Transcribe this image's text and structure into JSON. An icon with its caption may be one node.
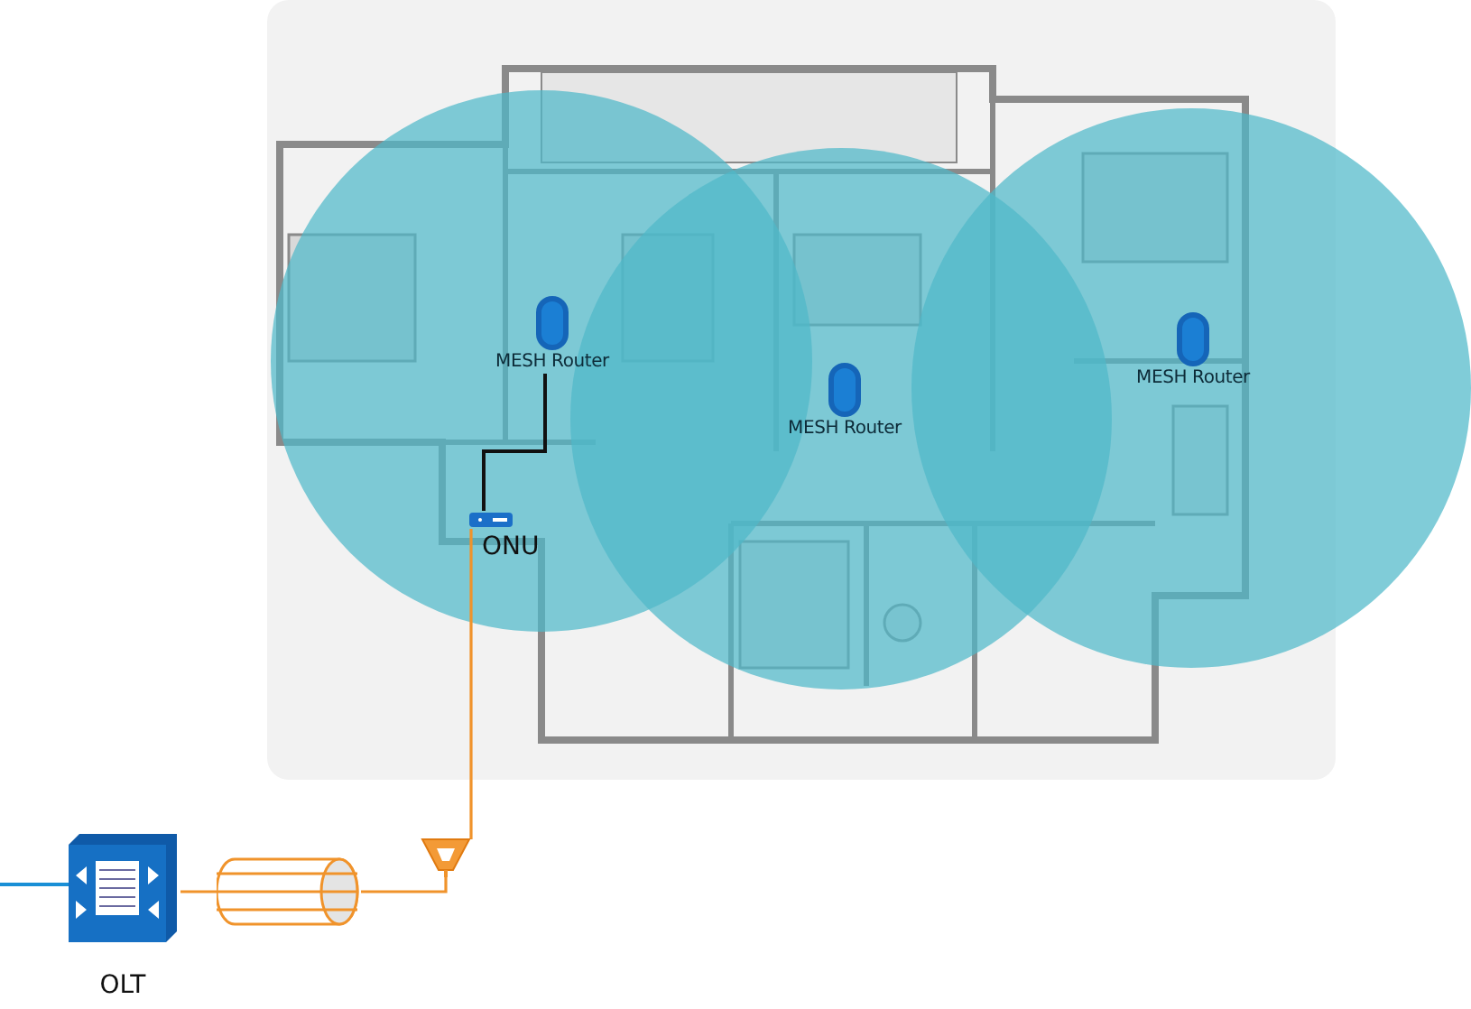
{
  "diagram": {
    "nodes": [
      {
        "text": [
          "MESH Router"
        ]
      },
      {
        "text": [
          "MESH Router"
        ]
      },
      {
        "text": [
          "MESH Router"
        ]
      },
      {
        "text": [
          "ONU"
        ]
      },
      {
        "text": [],
        "shape": "funnel"
      },
      {
        "text": [],
        "shape": "cylinder"
      },
      {
        "text": [
          "OLT"
        ]
      }
    ],
    "edges": [
      {
        "from": 3,
        "to": 0,
        "arrow": "none",
        "color": "#111111"
      },
      {
        "from": 3,
        "to": 4,
        "arrow": "none"
      },
      {
        "from": 4,
        "to": 5,
        "arrow": "none"
      },
      {
        "from": 5,
        "to": 6,
        "arrow": "none"
      },
      {
        "from": null,
        "to": 6,
        "arrow": "none",
        "color": "#1a8fd6"
      }
    ]
  }
}
